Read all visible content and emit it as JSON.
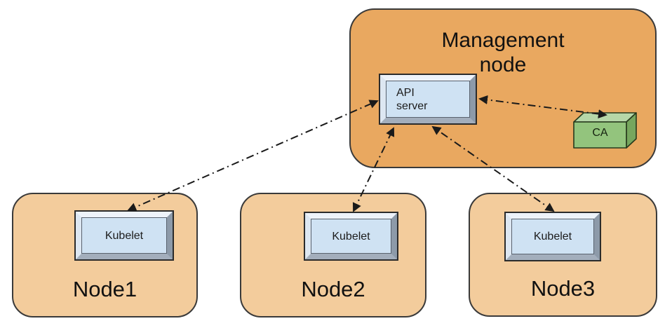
{
  "management_node": {
    "label": "Management node",
    "api_server": {
      "label": "API\nserver"
    },
    "ca": {
      "label": "CA"
    }
  },
  "nodes": [
    {
      "label": "Node1",
      "component": "Kubelet"
    },
    {
      "label": "Node2",
      "component": "Kubelet"
    },
    {
      "label": "Node3",
      "component": "Kubelet"
    }
  ],
  "connections": [
    {
      "from": "API server",
      "to": "Kubelet (Node1)",
      "style": "dash-dot",
      "bidirectional": true
    },
    {
      "from": "API server",
      "to": "Kubelet (Node2)",
      "style": "dash-dot",
      "bidirectional": true
    },
    {
      "from": "API server",
      "to": "Kubelet (Node3)",
      "style": "dash-dot",
      "bidirectional": true
    },
    {
      "from": "API server",
      "to": "CA",
      "style": "dash-dot",
      "bidirectional": true
    }
  ],
  "colors": {
    "management_node_fill": "#e9a860",
    "worker_node_fill": "#f3cc9c",
    "node_border": "#3a3a3a",
    "box_face": "#cfe2f3",
    "ca_front": "#93c47d",
    "ca_top": "#b6d7a8",
    "ca_side": "#76a65e",
    "ca_outline": "#26391c",
    "arrow": "#1a1a1a"
  }
}
